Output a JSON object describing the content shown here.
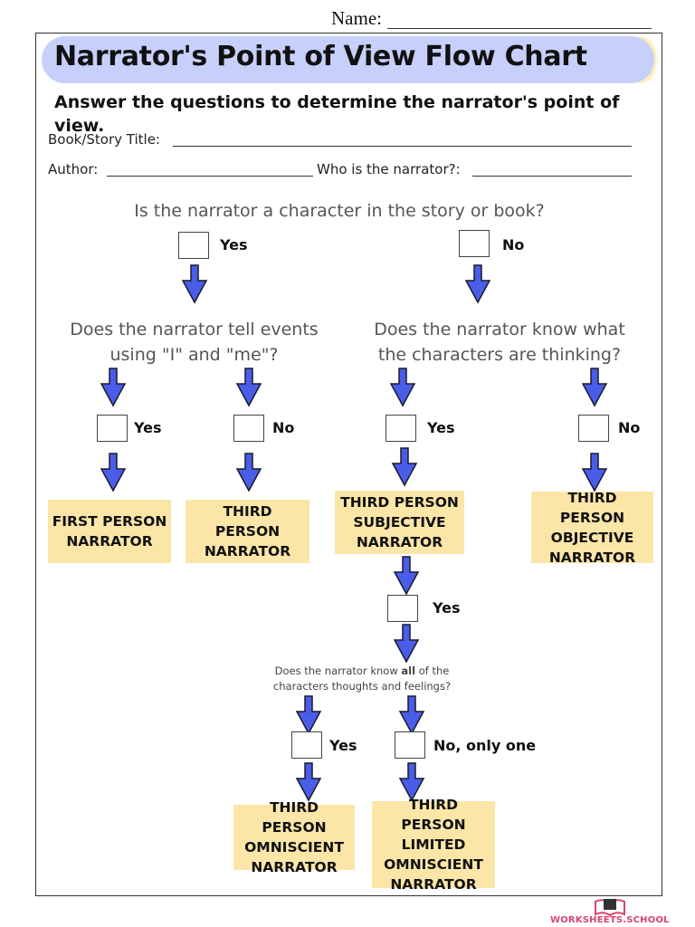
{
  "header": {
    "name_label": "Name:",
    "title": "Narrator's Point of View Flow Chart",
    "instructions": "Answer the questions to determine the narrator's point of view."
  },
  "fields": {
    "book_title_label": "Book/Story Title:",
    "author_label": "Author:",
    "narrator_label": "Who is the narrator?:"
  },
  "flow": {
    "q1": "Is the narrator a character in the story or book?",
    "q1_yes": "Yes",
    "q1_no": "No",
    "q2_left": "Does the narrator tell events using \"I\" and \"me\"?",
    "q2_right": "Does the narrator know what the characters are thinking?",
    "opt_yes": "Yes",
    "opt_no": "No",
    "result_first": "FIRST PERSON NARRATOR",
    "result_third": "THIRD PERSON NARRATOR",
    "result_subjective": "THIRD PERSON SUBJECTIVE NARRATOR",
    "result_objective": "THIRD PERSON OBJECTIVE NARRATOR",
    "sub_yes": "Yes",
    "q3_pre": "Does the narrator know ",
    "q3_bold": "all",
    "q3_post": " of the characters thoughts and feelings?",
    "q3_yes": "Yes",
    "q3_no": "No, only one",
    "result_omniscient": "THIRD PERSON OMNISCIENT NARRATOR",
    "result_limited": "THIRD PERSON LIMITED OMNISCIENT NARRATOR"
  },
  "footer": {
    "logo_text": "WORKSHEETS.SCHOOL"
  },
  "colors": {
    "banner": "#c7cffb",
    "banner_cap": "#fbefbd",
    "result_fill": "#fbe6a8",
    "arrow_fill": "#4a5de8",
    "logo": "#d9446f"
  }
}
